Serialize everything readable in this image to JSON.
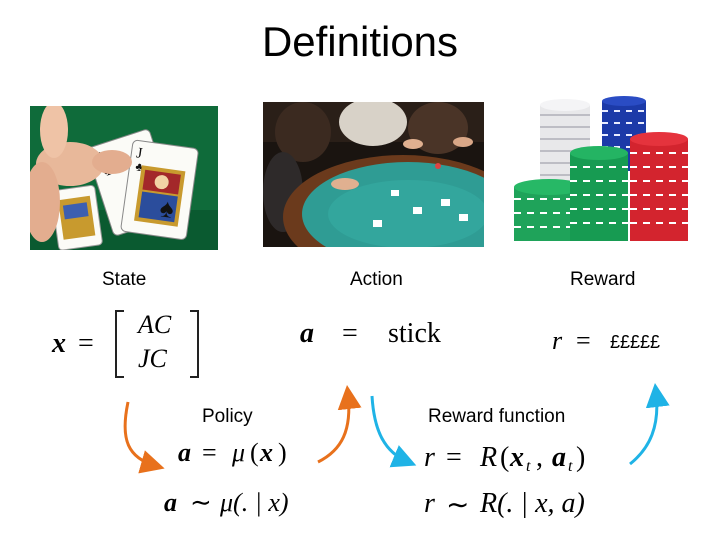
{
  "title": "Definitions",
  "images": [
    {
      "name": "hand-of-cards-photo"
    },
    {
      "name": "poker-table-photo"
    },
    {
      "name": "poker-chips-photo"
    }
  ],
  "labels": {
    "state": "State",
    "action": "Action",
    "reward": "Reward",
    "policy": "Policy",
    "reward_function": "Reward function"
  },
  "math": {
    "state_var": "x",
    "equals": "=",
    "state_row1": "AC",
    "state_row2": "JC",
    "action_var": "a",
    "action_value": "stick",
    "reward_var": "r",
    "reward_value": "£££££",
    "policy_det_lhs": "a",
    "policy_det_rhs_fn": "μ",
    "policy_det_arg": "x",
    "policy_sto_lhs": "a",
    "policy_sto_rel": "∼",
    "policy_sto_rhs": "μ(. | x)",
    "rf_det_lhs": "r",
    "rf_det_fn": "R",
    "rf_det_args": "x",
    "rf_det_sub": "t",
    "rf_det_args2": "a",
    "rf_sto_lhs": "r",
    "rf_sto_rel": "∼",
    "rf_sto_rhs": "R(. | x, a)"
  },
  "colors": {
    "orange_arrow": "#e8711c",
    "blue_arrow": "#1fb3e6",
    "felt_green": "#0f6b3a",
    "table_teal": "#2f9c94"
  }
}
